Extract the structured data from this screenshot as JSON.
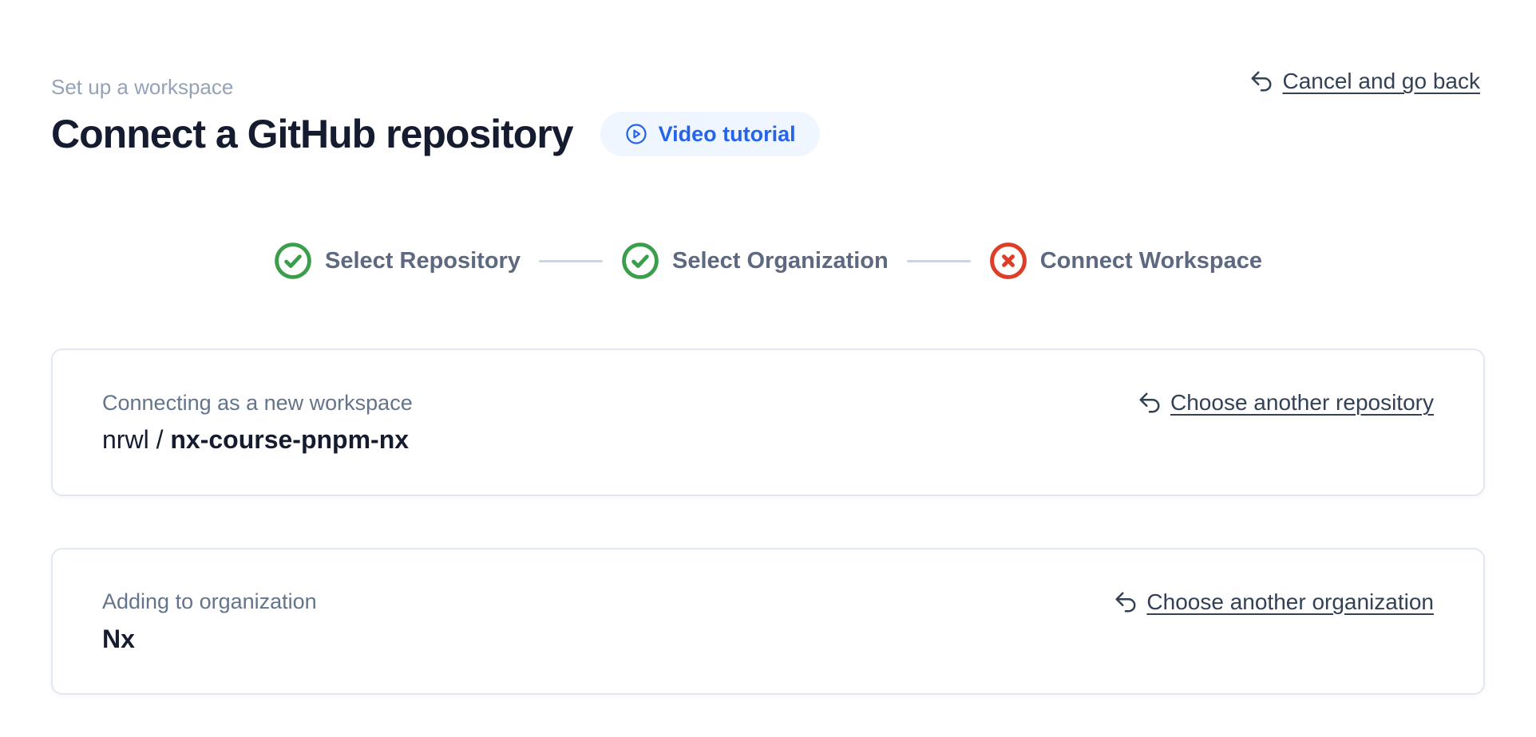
{
  "header": {
    "eyebrow": "Set up a workspace",
    "title": "Connect a GitHub repository",
    "video_tutorial": "Video tutorial",
    "cancel_link": "Cancel and go back"
  },
  "stepper": {
    "steps": [
      {
        "label": "Select Repository",
        "status": "complete",
        "icon": "check-circle"
      },
      {
        "label": "Select Organization",
        "status": "complete",
        "icon": "check-circle"
      },
      {
        "label": "Connect Workspace",
        "status": "error",
        "icon": "x-circle"
      }
    ]
  },
  "cards": {
    "repository": {
      "label": "Connecting as a new workspace",
      "value_prefix": "nrwl / ",
      "value_emphasis": "nx-course-pnpm-nx",
      "action": "Choose another repository"
    },
    "organization": {
      "label": "Adding to organization",
      "value_prefix": "",
      "value_emphasis": "Nx",
      "action": "Choose another organization"
    }
  },
  "colors": {
    "success_green": "#3a9e4b",
    "error_red": "#dd3e27",
    "accent_blue": "#2563eb",
    "pill_background": "#eff6ff",
    "link_text": "#334155",
    "muted_text": "#94a3b8",
    "stepper_text": "#5d6881",
    "card_border": "#e2e8f0"
  }
}
